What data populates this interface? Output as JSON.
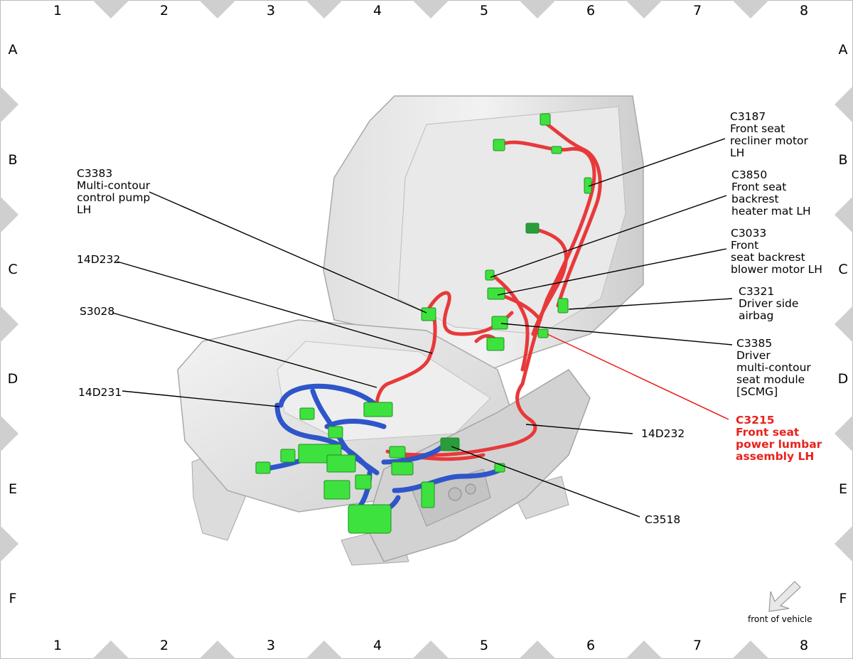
{
  "grid": {
    "columns": [
      "1",
      "2",
      "3",
      "4",
      "5",
      "6",
      "7",
      "8"
    ],
    "rows": [
      "A",
      "B",
      "C",
      "D",
      "E",
      "F"
    ]
  },
  "callouts": {
    "c3187": {
      "lines": [
        "C3187",
        "Front seat",
        "recliner motor",
        "LH"
      ]
    },
    "c3850": {
      "lines": [
        "C3850",
        "Front seat",
        "backrest",
        "heater mat LH"
      ]
    },
    "c3033": {
      "lines": [
        "C3033",
        "Front",
        "seat backrest",
        "blower motor LH"
      ]
    },
    "c3321": {
      "lines": [
        "C3321",
        "Driver side",
        "airbag"
      ]
    },
    "c3385": {
      "lines": [
        "C3385",
        "Driver",
        "multi-contour",
        "seat module",
        "[SCMG]"
      ]
    },
    "c3215": {
      "lines": [
        "C3215",
        "Front seat",
        "power lumbar",
        "assembly LH"
      ]
    },
    "c3383": {
      "lines": [
        "C3383",
        "Multi-contour",
        "control pump",
        "LH"
      ]
    },
    "d232_upper": {
      "lines": [
        "14D232"
      ]
    },
    "s3028": {
      "lines": [
        "S3028"
      ]
    },
    "d231": {
      "lines": [
        "14D231"
      ]
    },
    "d232_lower": {
      "lines": [
        "14D232"
      ]
    },
    "c3518": {
      "lines": [
        "C3518"
      ]
    }
  },
  "orientation": {
    "caption": "front of vehicle",
    "icon": "arrow-icon"
  },
  "colors": {
    "harness_red": "#e8393a",
    "harness_blue": "#2e55c9",
    "connector_green": "#3ee23e",
    "highlight_red": "#e8231d"
  }
}
